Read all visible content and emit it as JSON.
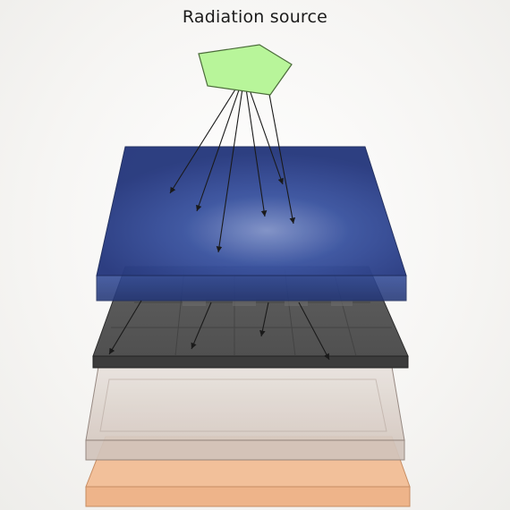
{
  "diagram": {
    "title": "Radiation source",
    "colors": {
      "source": "#b8f59a",
      "scintillator": "#2d4590",
      "photodiode_layer": "#4a4a4a",
      "glass_layer": "#d9cdc5",
      "base_layer": "#f2b98a",
      "ray": "#1a1a1a"
    },
    "layers": [
      "scintillator",
      "photodiode-array",
      "glass-substrate",
      "base-plate"
    ]
  }
}
